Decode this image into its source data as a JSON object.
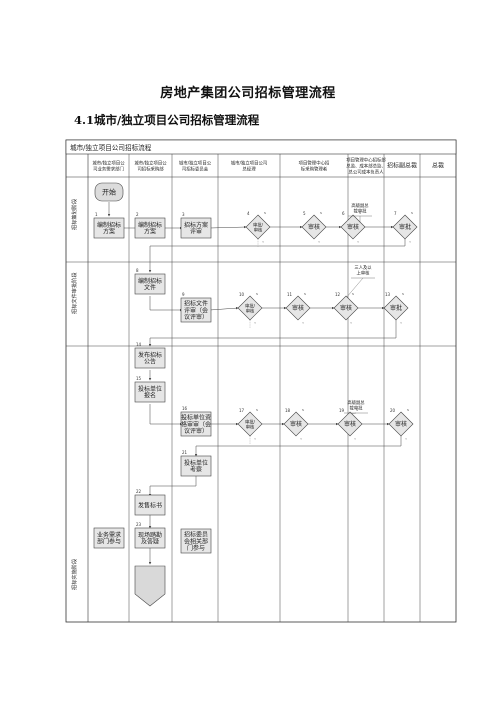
{
  "document": {
    "title": "房地产集团公司招标管理流程",
    "section_title": "4.1城市/独立项目公司招标管理流程"
  },
  "diagram": {
    "frame_title": "城市/独立项目公司招标流程",
    "columns": [
      {
        "id": "c1",
        "lines": [
          "城市/独立项目公",
          "司业务需求部门"
        ]
      },
      {
        "id": "c2",
        "lines": [
          "城市/独立项目公",
          "司招标采购部"
        ]
      },
      {
        "id": "c3",
        "lines": [
          "城市/独立项目公",
          "司招标委员会"
        ]
      },
      {
        "id": "c4",
        "lines": [
          "城市/独立项目公司",
          "总经理"
        ]
      },
      {
        "id": "c5",
        "lines": [
          "项目管理中心招",
          "标采购管理者"
        ]
      },
      {
        "id": "c6",
        "lines": [
          "项目管理中心招标部",
          "总监、成本部总监、",
          "总公司成本负责人"
        ]
      },
      {
        "id": "c7",
        "lines": [
          "招标副总裁"
        ]
      },
      {
        "id": "c8",
        "lines": [
          "总裁"
        ]
      }
    ],
    "lanes": [
      {
        "id": "lane1",
        "label": "招标策划阶段"
      },
      {
        "id": "lane2",
        "label": "招标文件审批阶段"
      },
      {
        "id": "lane3",
        "label": "招标实施阶段"
      }
    ],
    "nodes": [
      {
        "id": "start",
        "label": "开始"
      },
      {
        "id": "n1",
        "num": "1",
        "lines": [
          "编制招标",
          "方案"
        ]
      },
      {
        "id": "n2",
        "num": "2",
        "lines": [
          "编制招标",
          "方案"
        ]
      },
      {
        "id": "n3",
        "num": "3",
        "lines": [
          "招标方案",
          "评审"
        ]
      },
      {
        "id": "n4",
        "num": "4",
        "lines": [
          "审批/",
          "审核"
        ]
      },
      {
        "id": "n5",
        "num": "5",
        "lines": [
          "审核"
        ]
      },
      {
        "id": "n6",
        "num": "6",
        "lines": [
          "审核"
        ]
      },
      {
        "id": "n7",
        "num": "7",
        "lines": [
          "审批"
        ]
      },
      {
        "id": "n8",
        "num": "8",
        "lines": [
          "编制招标",
          "文件"
        ]
      },
      {
        "id": "n9",
        "num": "9",
        "lines": [
          "招标文件",
          "评审（会",
          "议评审）"
        ]
      },
      {
        "id": "n10",
        "num": "10",
        "lines": [
          "审批/",
          "审核"
        ]
      },
      {
        "id": "n11",
        "num": "11",
        "lines": [
          "审核"
        ]
      },
      {
        "id": "n12",
        "num": "12",
        "lines": [
          "审核"
        ]
      },
      {
        "id": "n13",
        "num": "13",
        "lines": [
          "审批"
        ]
      },
      {
        "id": "n14",
        "num": "14",
        "lines": [
          "发布招标",
          "公告"
        ]
      },
      {
        "id": "n15",
        "num": "15",
        "lines": [
          "投标单位",
          "报名"
        ]
      },
      {
        "id": "n16",
        "num": "16",
        "lines": [
          "投标单位资",
          "格审审（会",
          "议评审）"
        ]
      },
      {
        "id": "n17",
        "num": "17",
        "lines": [
          "审批/",
          "审核"
        ]
      },
      {
        "id": "n18",
        "num": "18",
        "lines": [
          "审核"
        ]
      },
      {
        "id": "n19",
        "num": "19",
        "lines": [
          "审核"
        ]
      },
      {
        "id": "n20",
        "num": "20",
        "lines": [
          "审核"
        ]
      },
      {
        "id": "n21",
        "num": "21",
        "lines": [
          "投标单位",
          "考察"
        ]
      },
      {
        "id": "n22",
        "num": "22",
        "lines": [
          "发售标书"
        ]
      },
      {
        "id": "n23",
        "num": "23",
        "lines": [
          "现场踏勘",
          "及答疑"
        ]
      },
      {
        "id": "n23a",
        "lines": [
          "业务需求",
          "部门参与"
        ]
      },
      {
        "id": "n23b",
        "lines": [
          "招标委员",
          "会相关部",
          "门参与"
        ]
      }
    ],
    "notes": [
      {
        "id": "note1",
        "lines": [
          "高级副总",
          "裁审批"
        ]
      },
      {
        "id": "note2",
        "lines": [
          "三人及以",
          "上审核"
        ]
      },
      {
        "id": "note3",
        "lines": [
          "高级副总",
          "裁审批"
        ]
      }
    ],
    "branch": {
      "yes": "Y",
      "no": "N"
    }
  }
}
